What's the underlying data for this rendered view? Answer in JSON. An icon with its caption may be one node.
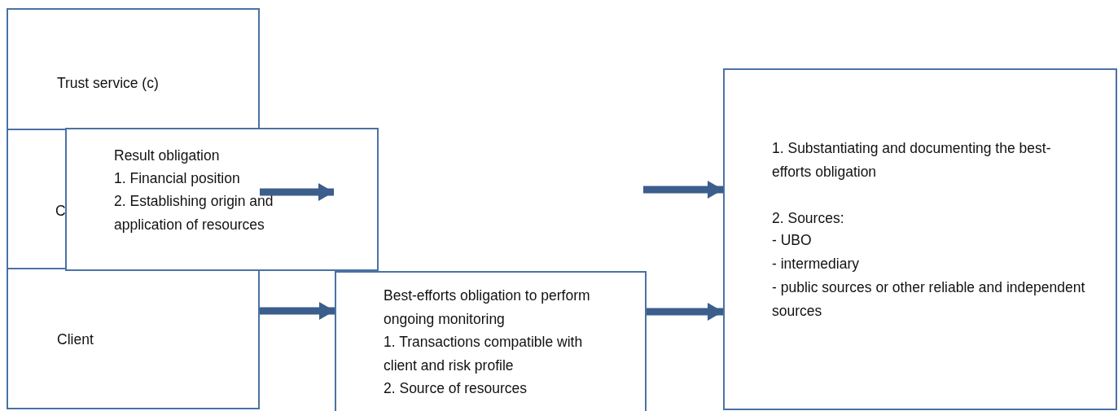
{
  "diagram": {
    "nodes": [
      {
        "text": [
          "Trust service (c)"
        ]
      },
      {
        "text": [
          "C"
        ]
      },
      {
        "text": [
          "Result obligation",
          "1. Financial position",
          "2. Establishing origin and application of resources"
        ]
      },
      {
        "text": [
          "Client"
        ]
      },
      {
        "text": [
          "Best-efforts obligation to perform ongoing monitoring",
          "1. Transactions compatible with client and risk profile",
          "2. Source of resources"
        ]
      },
      {
        "text": [
          "1. Substantiating and documenting the best-efforts obligation",
          "2. Sources:",
          "- UBO",
          "- intermediary",
          "- public sources or other reliable and independent sources"
        ]
      }
    ],
    "edges": [
      {
        "from": null,
        "to": 2,
        "arrow": "to"
      },
      {
        "from": null,
        "to": 5,
        "arrow": "to"
      },
      {
        "from": 3,
        "to": 4,
        "arrow": "to"
      },
      {
        "from": 4,
        "to": 5,
        "arrow": "to"
      }
    ]
  }
}
